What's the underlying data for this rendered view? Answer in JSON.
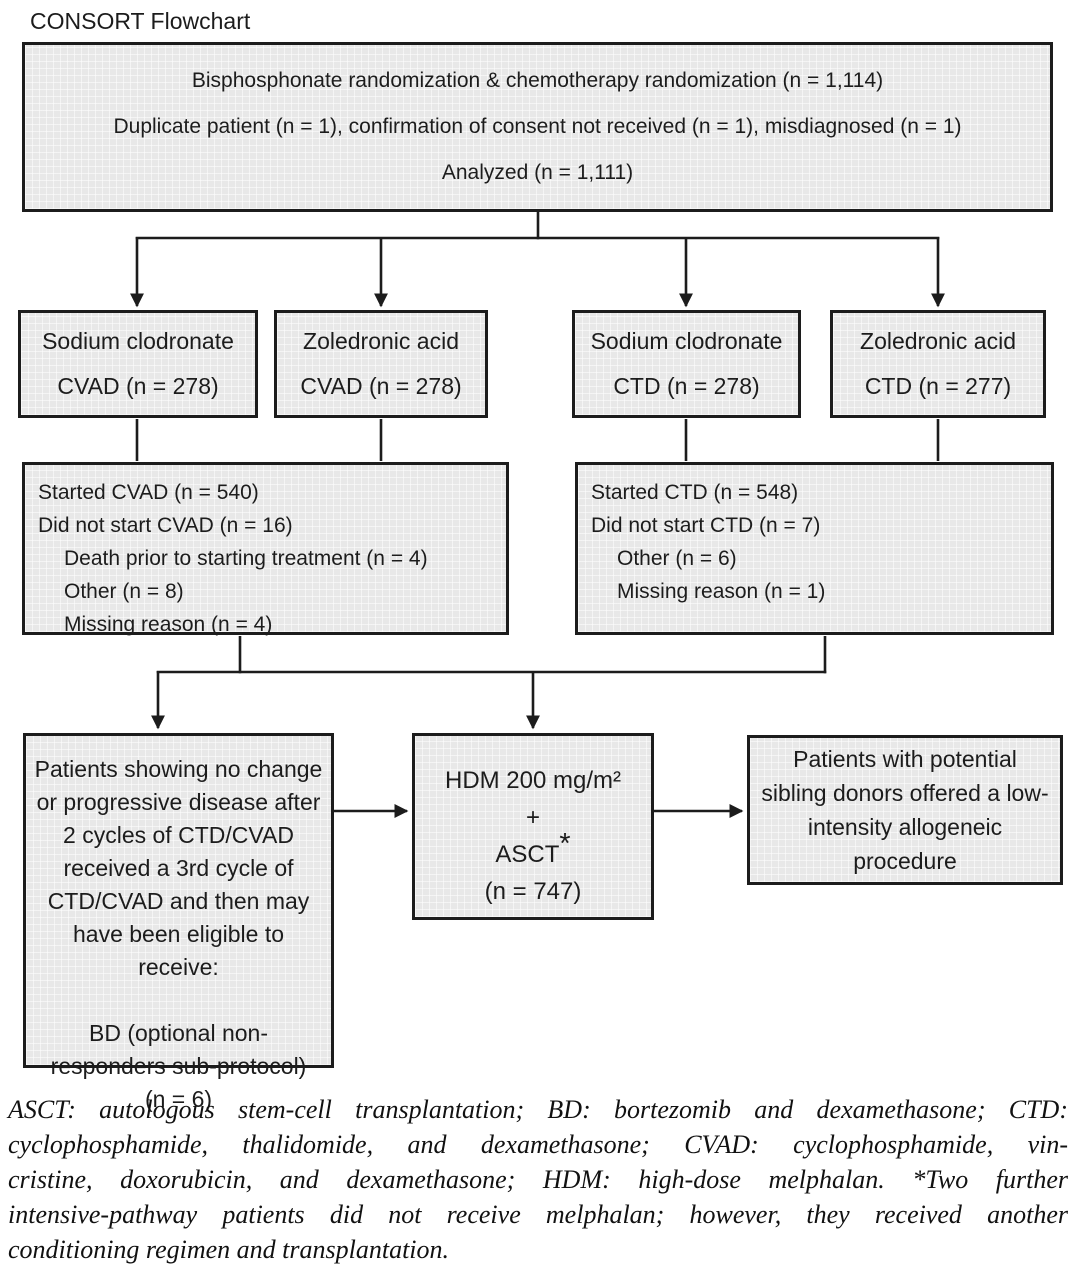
{
  "title": "CONSORT Flowchart",
  "colors": {
    "box_fill": "#e8e8e8",
    "border_and_lines": "#1c1c1c",
    "text": "#1c1c1c",
    "background": "#ffffff"
  },
  "top_box": {
    "line1": "Bisphosphonate randomization & chemotherapy randomization (n = 1,114)",
    "line2": "Duplicate patient (n = 1), confirmation of consent not received (n = 1), misdiagnosed (n = 1)",
    "line3": "Analyzed (n = 1,111)"
  },
  "arm_boxes": [
    {
      "line1": "Sodium clodronate",
      "line2": "CVAD (n = 278)"
    },
    {
      "line1": "Zoledronic acid",
      "line2": "CVAD (n = 278)"
    },
    {
      "line1": "Sodium clodronate",
      "line2": "CTD (n = 278)"
    },
    {
      "line1": "Zoledronic acid",
      "line2": "CTD (n = 277)"
    }
  ],
  "started_cvad": {
    "line1": "Started CVAD (n = 540)",
    "line2": "Did not start CVAD (n = 16)",
    "sub1": "Death prior to starting treatment (n = 4)",
    "sub2": "Other (n = 8)",
    "sub3": "Missing reason (n = 4)"
  },
  "started_ctd": {
    "line1": "Started CTD (n = 548)",
    "line2": "Did not start CTD (n = 7)",
    "sub1": "Other (n = 6)",
    "sub2": "Missing reason (n = 1)"
  },
  "third_cycle_box": {
    "para1": "Patients showing no change or progressive disease after 2 cycles of CTD/CVAD received a 3rd cycle of CTD/CVAD and then may have been eligible to receive:",
    "para2": "BD (optional non-responders sub-protocol)",
    "para3": "(n = 6)"
  },
  "hdm_box": {
    "line1": "HDM 200 mg/m²",
    "line2": "+",
    "line3": "ASCT",
    "asterisk": "*",
    "line4": "(n = 747)"
  },
  "allogeneic_box": {
    "text": "Patients with potential sibling donors offered a low-intensity allogeneic procedure"
  },
  "footnote": {
    "lines": [
      "ASCT: autologous stem-cell transplantation; BD: bortezomib and dexamethasone; CTD:",
      "cyclophosphamide, thalidomide, and dexamethasone; CVAD: cyclophosphamide, vin-",
      "cristine, doxorubicin, and dexamethasone; HDM: high-dose melphalan. *Two further",
      "intensive-pathway patients did not receive melphalan; however, they received another",
      "conditioning regimen and transplantation."
    ]
  }
}
